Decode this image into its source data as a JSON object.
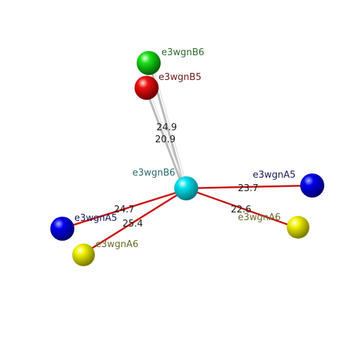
{
  "colors": {
    "center": "#00d2dc",
    "green": "#10d010",
    "red": "#e00000",
    "blue": "#0000e0",
    "yellow": "#e6e600",
    "red_bond": "#cc1111",
    "gray_bond": "#c8c8c8",
    "label_green": "#2a6a2a",
    "label_red": "#6a1a1a",
    "label_teal": "#2a6a6a",
    "label_navy": "#1a1a5a",
    "label_olive": "#6a6a2a"
  },
  "center_atom": {
    "label": "e3wgnB6"
  },
  "atoms": [
    {
      "id": "g",
      "label": "e3wgnB6",
      "color": "green"
    },
    {
      "id": "r",
      "label": "e3wgnB5",
      "color": "red"
    },
    {
      "id": "bl",
      "label": "e3wgnA5",
      "color": "blue"
    },
    {
      "id": "yl",
      "label": "e3wgnA6",
      "color": "yellow"
    },
    {
      "id": "br",
      "label": "e3wgnA5",
      "color": "blue"
    },
    {
      "id": "yr",
      "label": "e3wgnA6",
      "color": "yellow"
    }
  ],
  "distances": [
    {
      "to": "g",
      "value": "24.9"
    },
    {
      "to": "r",
      "value": "20.9"
    },
    {
      "to": "bl",
      "value": "24.7"
    },
    {
      "to": "yl",
      "value": "25.4"
    },
    {
      "to": "br",
      "value": "23.7"
    },
    {
      "to": "yr",
      "value": "22.6"
    }
  ]
}
